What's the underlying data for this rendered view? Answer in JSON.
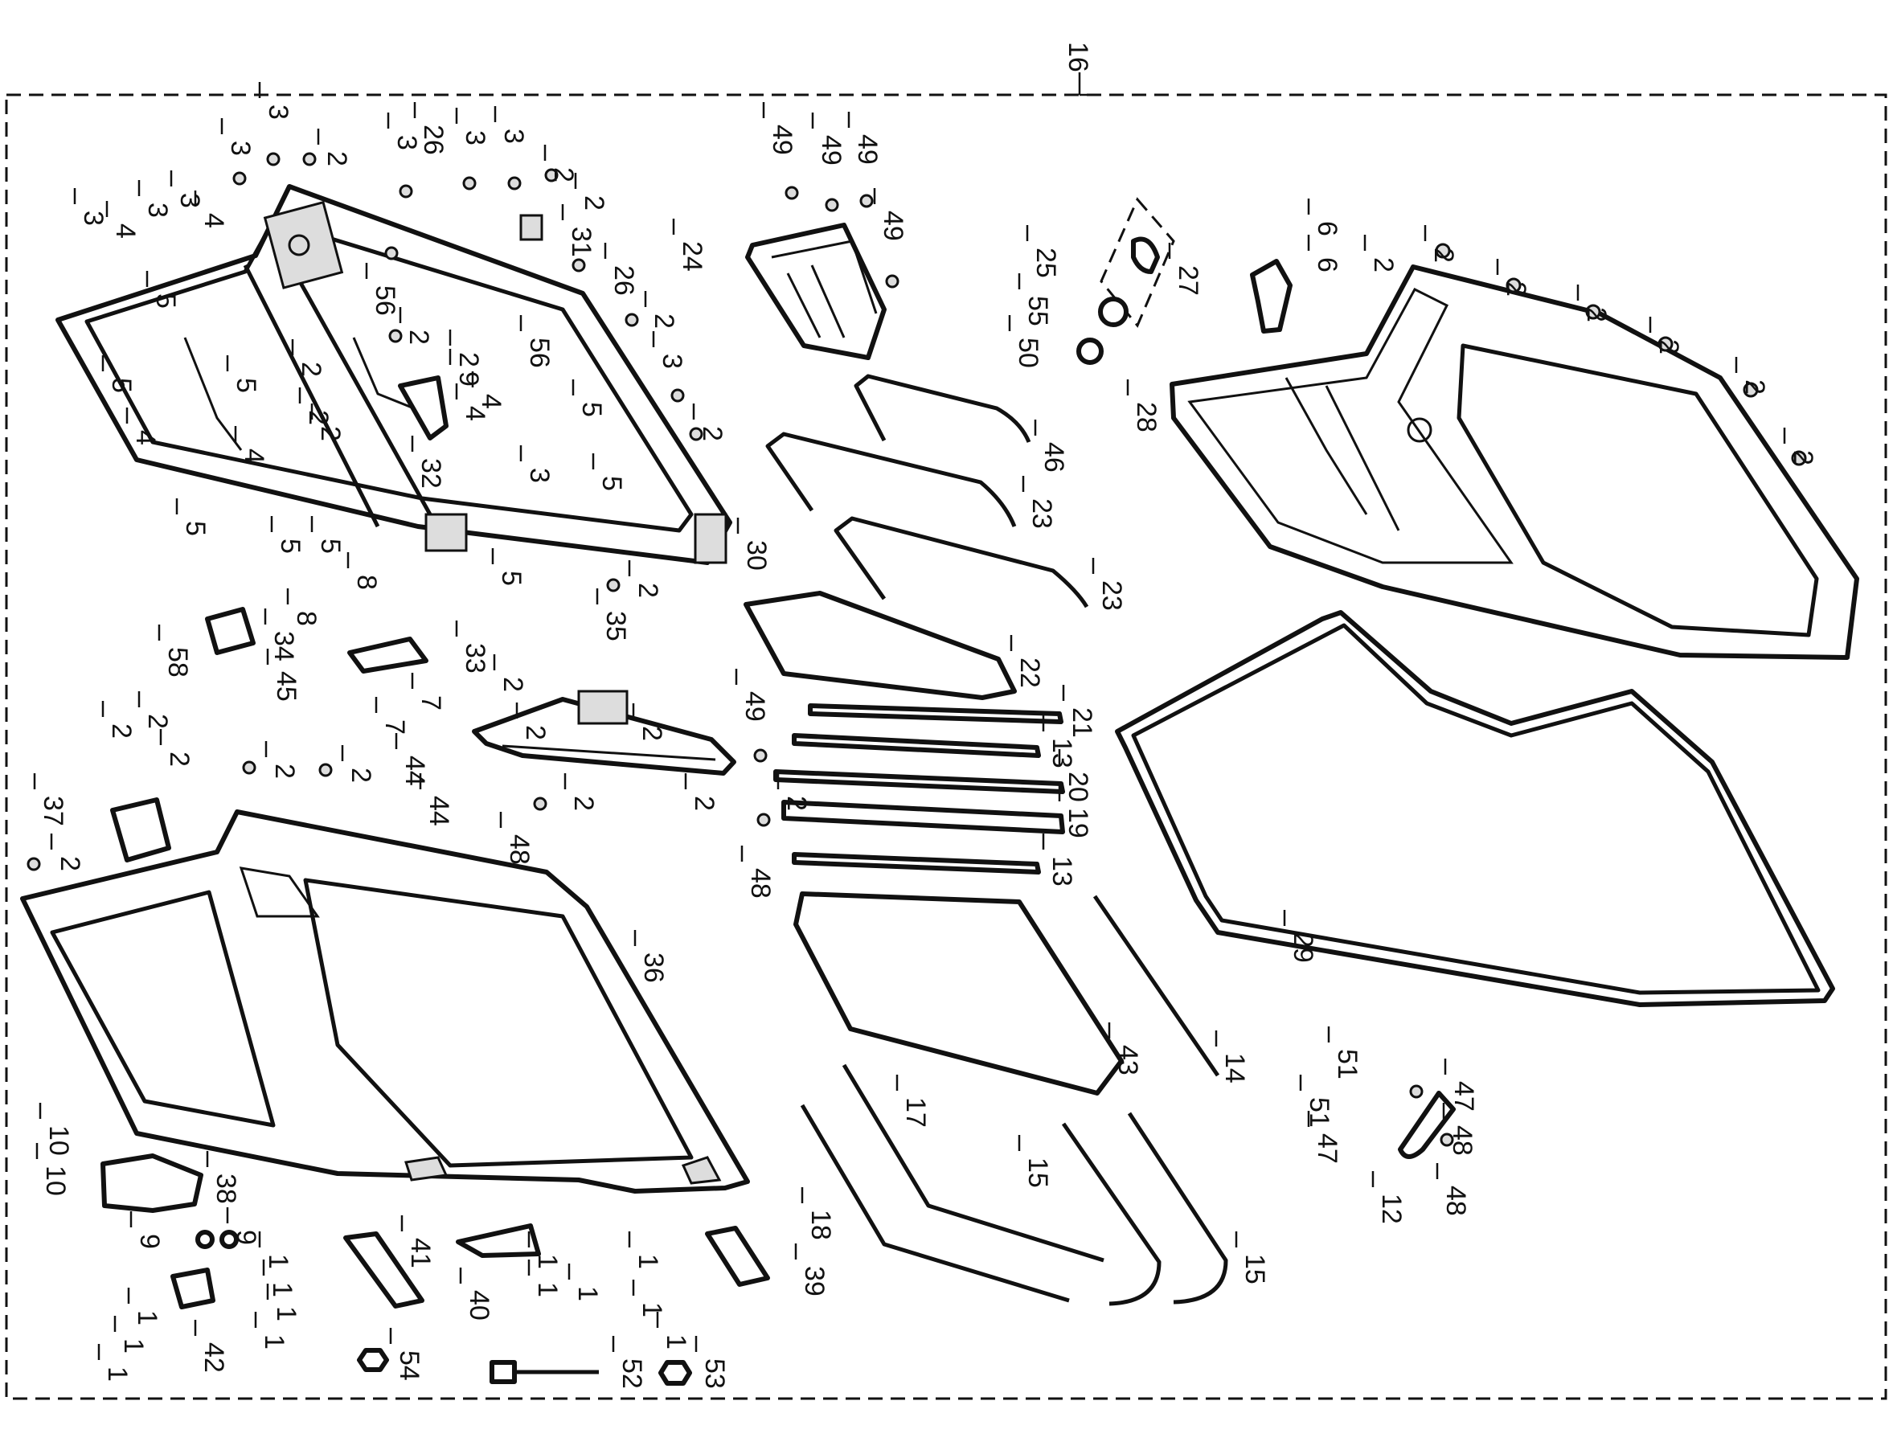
{
  "diagram": {
    "assembly_label": "16",
    "callouts": {
      "c_3a": "3",
      "c_3b": "3",
      "c_3c": "3",
      "c_3d": "3",
      "c_3e": "3",
      "c_3f": "3",
      "c_3g": "3",
      "c_3h": "3",
      "c_3i": "3",
      "c_3j": "3",
      "c_2a": "2",
      "c_2b": "2",
      "c_2c": "2",
      "c_2d": "2",
      "c_2e": "2",
      "c_2f": "2",
      "c_2g": "2",
      "c_2h": "2",
      "c_2i": "2",
      "c_2j": "2",
      "c_2k": "2",
      "c_2l": "2",
      "c_2m": "2",
      "c_2n": "2",
      "c_2o": "2",
      "c_2p": "2",
      "c_2q": "2",
      "c_2r": "2",
      "c_2s": "2",
      "c_2t": "2",
      "c_2u": "2",
      "c_2v": "2",
      "c_2w": "2",
      "c_2x": "2",
      "c_2y": "2",
      "c_2z": "2",
      "c_2aa": "2",
      "c_2ab": "2",
      "c_2ac": "2",
      "c_2ad": "2",
      "c_26a": "26",
      "c_26b": "26",
      "c_31": "31",
      "c_4a": "4",
      "c_4b": "4",
      "c_4c": "4",
      "c_4d": "4",
      "c_4e": "4",
      "c_5a": "5",
      "c_5b": "5",
      "c_5c": "5",
      "c_5d": "5",
      "c_5e": "5",
      "c_5f": "5",
      "c_5g": "5",
      "c_5h": "5",
      "c_5i": "5",
      "c_56a": "56",
      "c_56b": "56",
      "c_9a": "9",
      "c_4f": "4",
      "c_32": "32",
      "c_30": "30",
      "c_49a": "49",
      "c_49b": "49",
      "c_49c": "49",
      "c_49d": "49",
      "c_49e": "49",
      "c_24": "24",
      "c_25": "25",
      "c_55": "55",
      "c_50": "50",
      "c_6a": "6",
      "c_6b": "6",
      "c_27": "27",
      "c_28": "28",
      "c_46": "46",
      "c_23a": "23",
      "c_23b": "23",
      "c_22": "22",
      "c_21": "21",
      "c_13a": "13",
      "c_20": "20",
      "c_19": "19",
      "c_13b": "13",
      "c_48a": "48",
      "c_48b": "48",
      "c_48c": "48",
      "c_48d": "48",
      "c_8a": "8",
      "c_8b": "8",
      "c_33": "33",
      "c_7a": "7",
      "c_7b": "7",
      "c_34": "34",
      "c_58": "58",
      "c_45": "45",
      "c_35": "35",
      "c_44a": "44",
      "c_44b": "44",
      "c_37": "37",
      "c_36": "36",
      "c_29": "29",
      "c_43": "43",
      "c_14": "14",
      "c_17": "17",
      "c_18": "18",
      "c_15a": "15",
      "c_15b": "15",
      "c_10a": "10",
      "c_10b": "10",
      "c_38": "38",
      "c_9b": "9",
      "c_9c": "9",
      "c_1a": "1",
      "c_1b": "1",
      "c_1c": "1",
      "c_1d": "1",
      "c_1e": "1",
      "c_1f": "1",
      "c_1g": "1",
      "c_1h": "1",
      "c_1i": "1",
      "c_1j": "1",
      "c_1k": "1",
      "c_1l": "1",
      "c_1m": "1",
      "c_41": "41",
      "c_40": "40",
      "c_39": "39",
      "c_42": "42",
      "c_54": "54",
      "c_52": "52",
      "c_53": "53",
      "c_51a": "51",
      "c_51b": "51",
      "c_47a": "47",
      "c_47b": "47",
      "c_12": "12"
    }
  }
}
